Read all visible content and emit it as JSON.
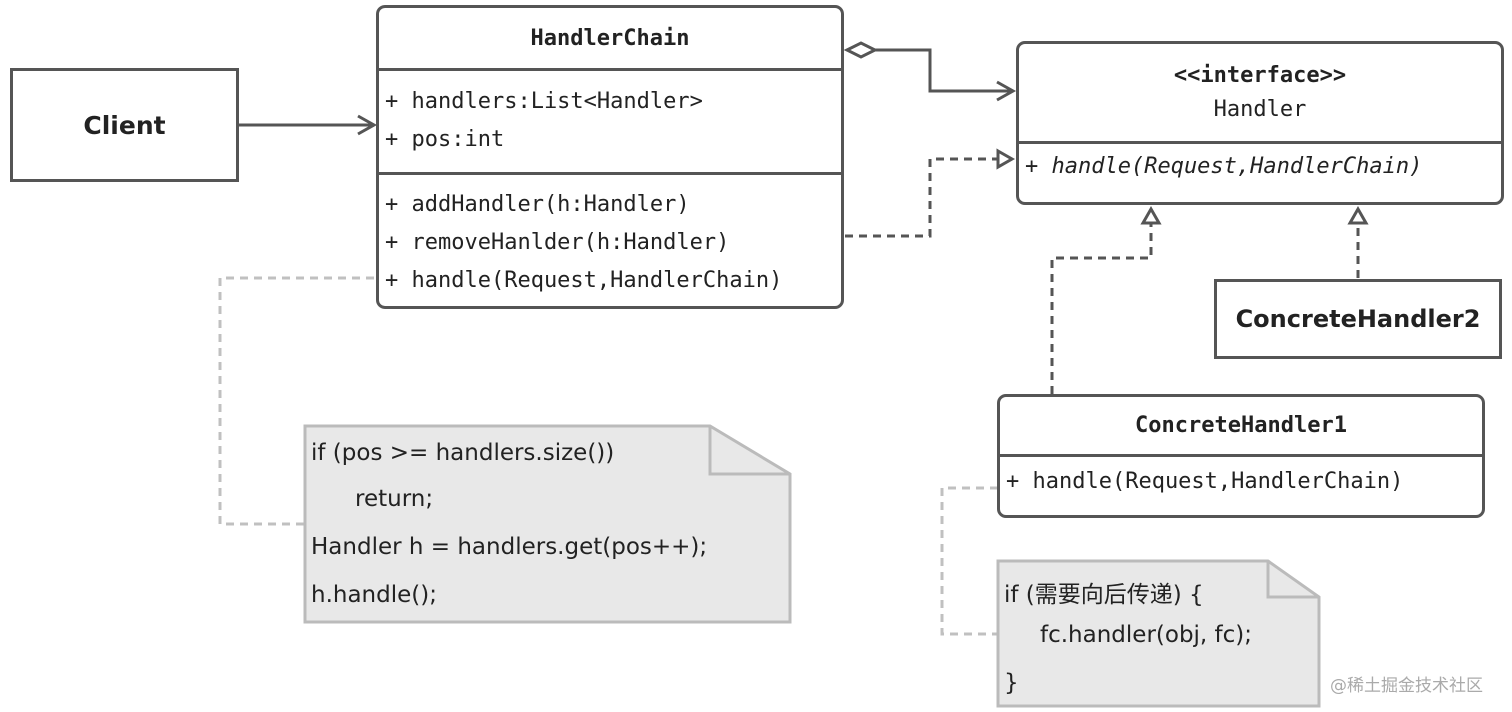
{
  "client": {
    "name": "Client"
  },
  "handler_chain": {
    "name": "HandlerChain",
    "attributes": [
      "+ handlers:List<Handler>",
      "+ pos:int"
    ],
    "methods": [
      "+ addHandler(h:Handler)",
      "+ removeHanlder(h:Handler)",
      "+ handle(Request,HandlerChain)"
    ]
  },
  "handler": {
    "stereotype": "<<interface>>",
    "name": "Handler",
    "methods": [
      "+ handle(Request,HandlerChain)"
    ]
  },
  "concrete_handler_1": {
    "name": "ConcreteHandler1",
    "methods": [
      "+ handle(Request,HandlerChain)"
    ]
  },
  "concrete_handler_2": {
    "name": "ConcreteHandler2"
  },
  "note_chain": {
    "lines": [
      "if (pos >= handlers.size())",
      "return;",
      "Handler h = handlers.get(pos++);",
      "h.handle();"
    ]
  },
  "note_handler": {
    "lines": [
      "if (需要向后传递) {",
      "fc.handler(obj, fc);",
      "}"
    ]
  },
  "watermark": "@稀土掘金技术社区",
  "colors": {
    "line": "#555555",
    "note_fill": "#e8e8e8",
    "note_border": "#bbbbbb",
    "dashed_light": "#c0c0c0"
  }
}
